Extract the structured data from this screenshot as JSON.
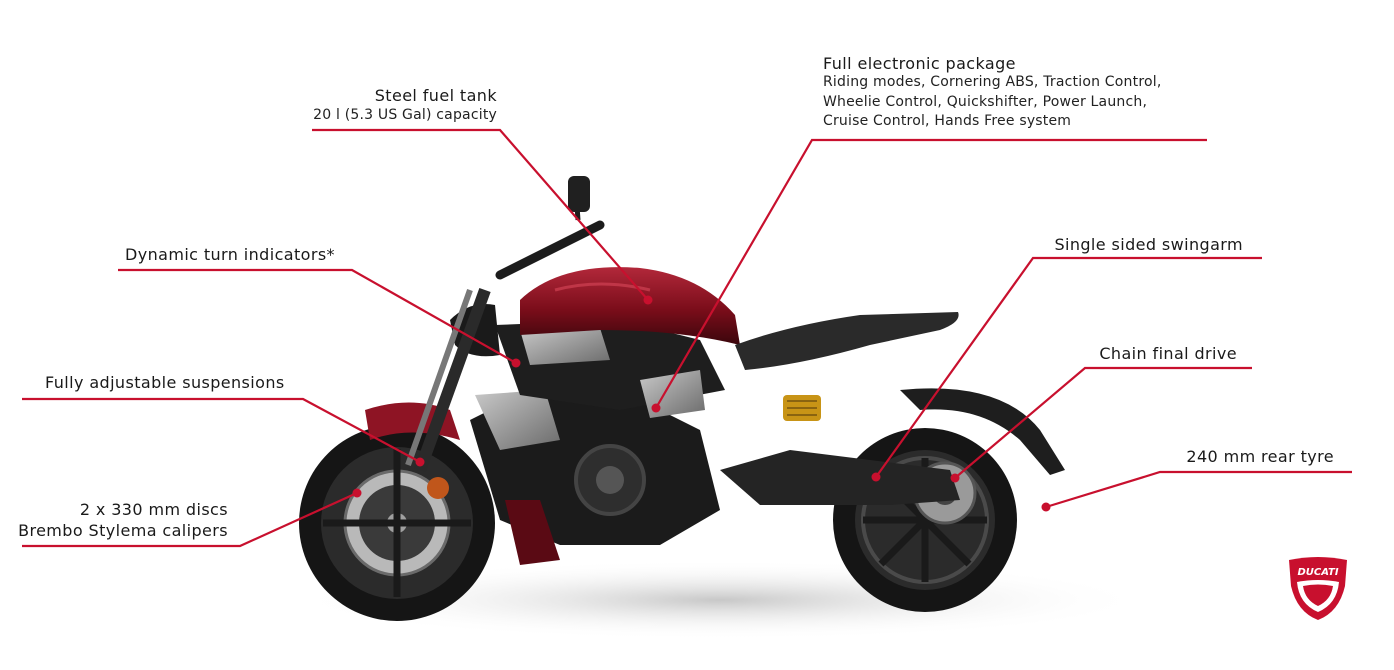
{
  "callouts": {
    "fuel_tank": {
      "title": "Steel fuel tank",
      "detail": "20 l (5.3 US Gal) capacity"
    },
    "electronics": {
      "title": "Full electronic package",
      "detail_lines": [
        "Riding modes, Cornering ABS, Traction Control,",
        "Wheelie Control, Quickshifter, Power Launch,",
        "Cruise Control, Hands Free system"
      ]
    },
    "turn_indicators": {
      "title": "Dynamic turn indicators*"
    },
    "suspensions": {
      "title": "Fully adjustable suspensions"
    },
    "brakes": {
      "line1": "2 x 330 mm discs",
      "line2": "Brembo Stylema calipers"
    },
    "swingarm": {
      "title": "Single sided swingarm"
    },
    "chain": {
      "title": "Chain final drive"
    },
    "rear_tyre": {
      "title": "240 mm rear tyre"
    }
  },
  "colors": {
    "callout_red": "#c8102e",
    "bike_red": "#7a0d1a",
    "bike_dark": "#1e1e1e",
    "bike_metal": "#8c8c8c"
  },
  "logo": {
    "text": "DUCATI",
    "icon": "ducati-shield-logo"
  }
}
